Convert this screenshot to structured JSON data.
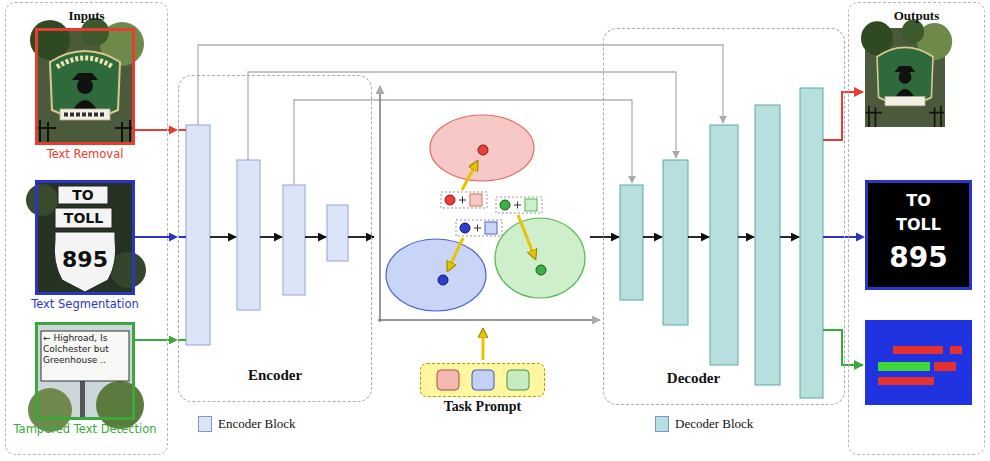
{
  "diagram": {
    "nodes": [
      {
        "text": [
          "Inputs"
        ]
      },
      {
        "text": [
          "Text Removal"
        ],
        "in": 0
      },
      {
        "text": [
          "TO",
          "TOLL",
          "895",
          "Text Segmentation"
        ],
        "in": 0
      },
      {
        "text": [
          "← Highroad, Is Colchester but Greenhouse ..",
          "Tampered Text Detection"
        ],
        "in": 0
      },
      {
        "text": [
          "Encoder"
        ]
      },
      {
        "text": [
          "Task Prompt"
        ]
      },
      {
        "text": [
          "Decoder"
        ]
      },
      {
        "text": [
          "Outputs"
        ]
      },
      {
        "text": [
          "TO",
          "TOLL",
          "895"
        ],
        "in": 7
      }
    ],
    "edges": [
      {
        "from": 1,
        "to": 4,
        "arrow": "to"
      },
      {
        "from": 2,
        "to": 4,
        "arrow": "to"
      },
      {
        "from": 3,
        "to": 4,
        "arrow": "to"
      },
      {
        "from": 6,
        "to": 8,
        "arrow": "to"
      }
    ],
    "legend": [
      {
        "text": "Encoder Block",
        "color": "#dce5f7"
      },
      {
        "text": "Decoder Block",
        "color": "#b6dfde"
      }
    ]
  }
}
